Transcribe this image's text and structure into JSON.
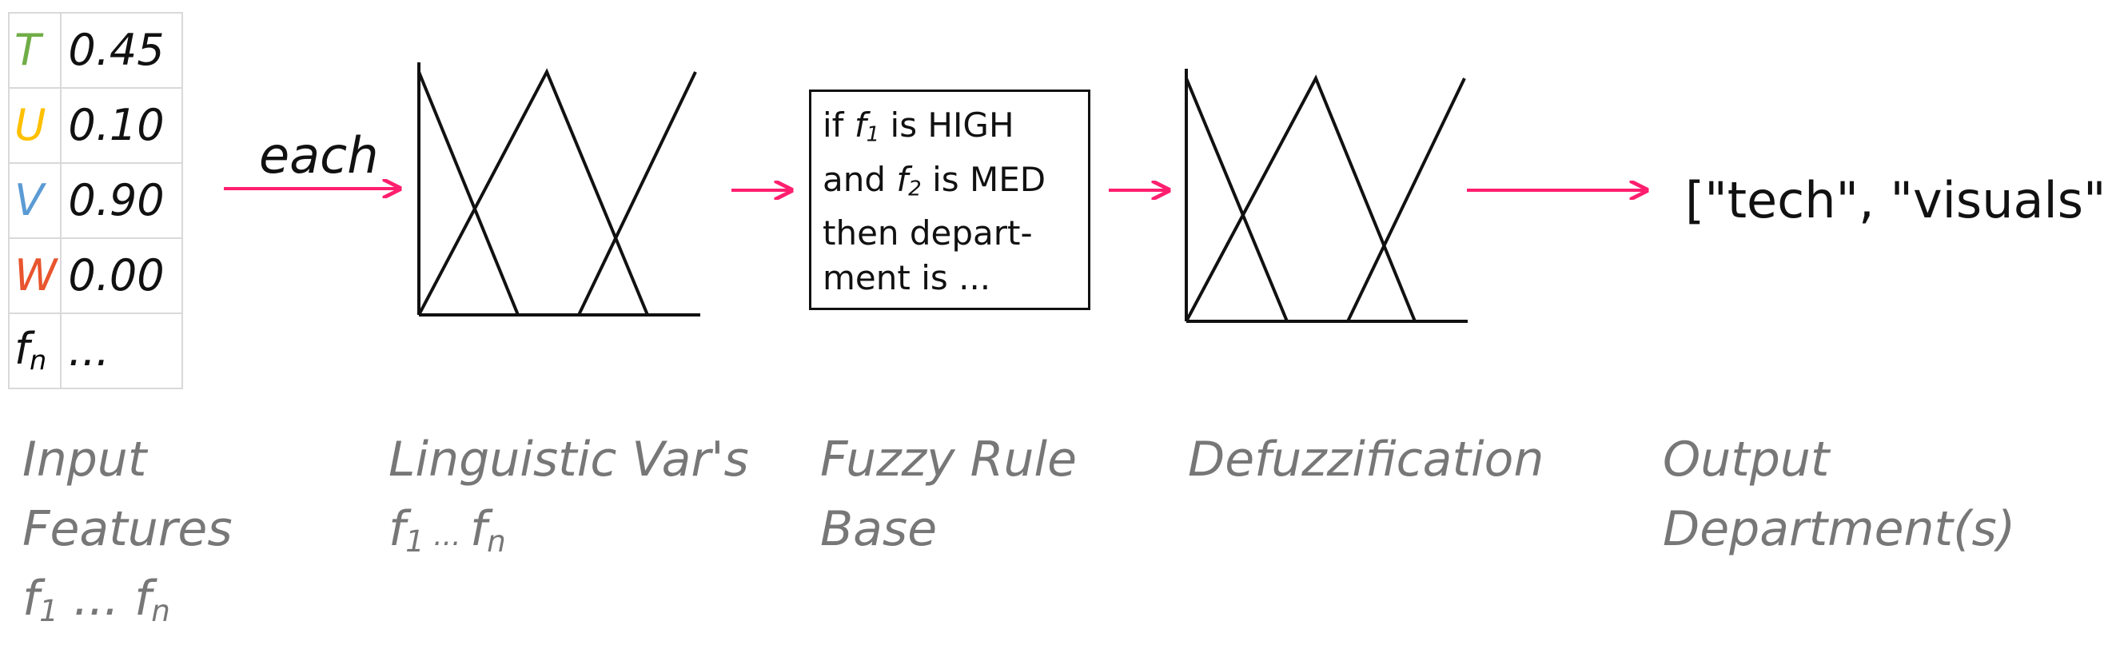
{
  "features": [
    {
      "name": "T",
      "value": "0.45",
      "color": "#70ad47"
    },
    {
      "name": "U",
      "value": "0.10",
      "color": "#ffc000"
    },
    {
      "name": "V",
      "value": "0.90",
      "color": "#5b9bd5"
    },
    {
      "name": "W",
      "value": "0.00",
      "color": "#e8552e"
    },
    {
      "name": "f",
      "sub": "n",
      "value": "...",
      "color": "#111111"
    }
  ],
  "arrow_label": "each",
  "rule_box": {
    "line1_pre": "if ",
    "line1_var": "f",
    "line1_sub": "1",
    "line1_post": " is HIGH",
    "line2_pre": "and ",
    "line2_var": "f",
    "line2_sub": "2",
    "line2_post": " is MED",
    "line3": "then depart-",
    "line4": "ment is ..."
  },
  "output_text": "[\"tech\", \"visuals\"]",
  "captions": {
    "input": {
      "line1": "Input",
      "line2": "Features",
      "line3_a": "f",
      "line3_sub_a": "1",
      "line3_mid": " ... ",
      "line3_b": "f",
      "line3_sub_b": "n"
    },
    "linguistic": {
      "line1": "Linguistic Var's",
      "line2_a": "f",
      "line2_sub_a": "1",
      "line2_mid": " ... ",
      "line2_b": "f",
      "line2_sub_b": "n"
    },
    "rule_base": {
      "line1": "Fuzzy Rule",
      "line2": "Base"
    },
    "defuzz": {
      "line1": "Defuzzification"
    },
    "output": {
      "line1": "Output",
      "line2": "Department(s)"
    }
  },
  "colors": {
    "arrow": "#ff1f6e",
    "caption": "#777777",
    "line": "#111111"
  }
}
